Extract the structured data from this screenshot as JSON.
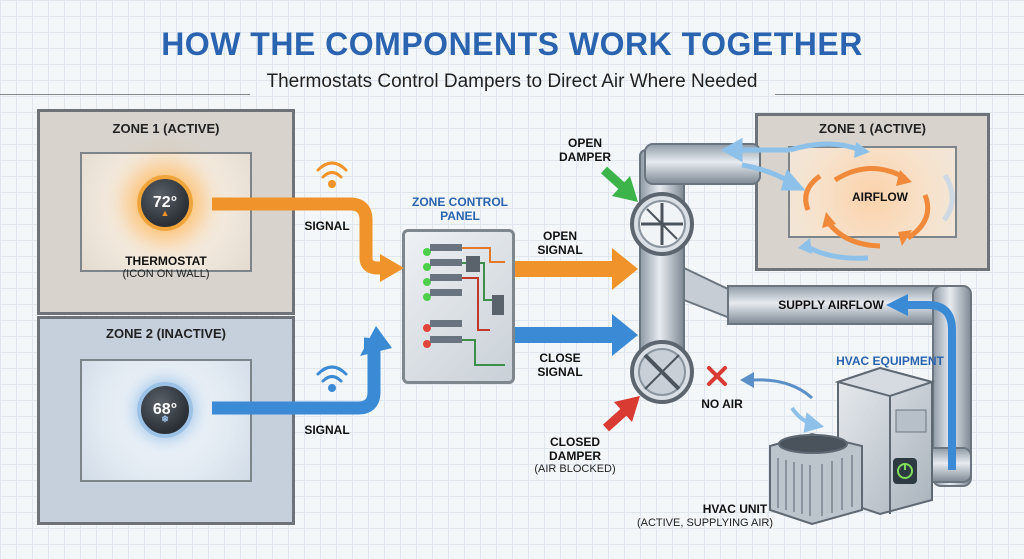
{
  "header": {
    "title": "HOW THE COMPONENTS WORK TOGETHER",
    "subtitle": "Thermostats Control Dampers to Direct Air Where Needed"
  },
  "zone1": {
    "label": "ZONE 1 (ACTIVE)",
    "thermostat_temp": "72°",
    "thermostat_label": "THERMOSTAT",
    "thermostat_note": "(ICON ON WALL)"
  },
  "zone2": {
    "label": "ZONE 2 (INACTIVE)",
    "thermostat_temp": "68°"
  },
  "signals": {
    "signal_top": "SIGNAL",
    "signal_bottom": "SIGNAL",
    "open_signal_1": "OPEN",
    "open_signal_2": "SIGNAL",
    "close_signal_1": "CLOSE",
    "close_signal_2": "SIGNAL"
  },
  "panel": {
    "label_1": "ZONE CONTROL",
    "label_2": "PANEL"
  },
  "dampers": {
    "open_1": "OPEN",
    "open_2": "DAMPER",
    "closed_1": "CLOSED",
    "closed_2": "DAMPER",
    "closed_note": "(AIR BLOCKED)",
    "no_air": "NO AIR"
  },
  "zone1_room": {
    "label": "ZONE 1 (ACTIVE)",
    "airflow": "AIRFLOW"
  },
  "supply": {
    "label": "SUPPLY AIRFLOW"
  },
  "hvac": {
    "equipment_label": "HVAC EQUIPMENT",
    "unit_label": "HVAC UNIT",
    "unit_note": "(ACTIVE, SUPPLYING AIR)"
  },
  "colors": {
    "title": "#2a64b0",
    "orange": "#f0932a",
    "blue": "#3a8ad6",
    "green": "#3cb44a",
    "red": "#d93a32"
  }
}
